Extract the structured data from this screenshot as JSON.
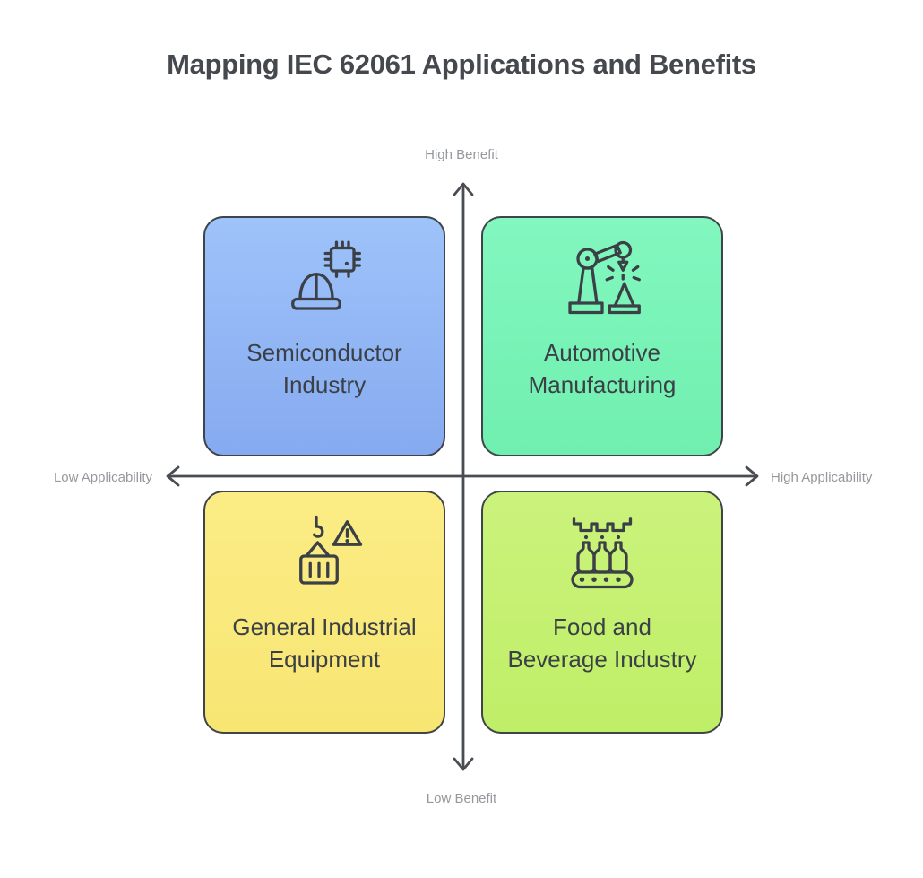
{
  "title": "Mapping IEC 62061 Applications and Benefits",
  "axes": {
    "top": "High Benefit",
    "bottom": "Low Benefit",
    "left": "Low Applicability",
    "right": "High Applicability"
  },
  "quadrants": {
    "top_left": {
      "name": "Semiconductor Industry",
      "line1": "Semiconductor",
      "line2": "Industry",
      "icon": "hard-hat-microchip-icon",
      "color_top": "#9EC3FA",
      "color_bottom": "#86AAEF"
    },
    "top_right": {
      "name": "Automotive Manufacturing",
      "line1": "Automotive",
      "line2": "Manufacturing",
      "icon": "robot-arm-welding-icon",
      "color_top": "#82F7BF",
      "color_bottom": "#70EFAF"
    },
    "bottom_left": {
      "name": "General Industrial Equipment",
      "line1": "General Industrial",
      "line2": "Equipment",
      "icon": "crane-crate-warning-icon",
      "color_top": "#FBEC85",
      "color_bottom": "#F8E673"
    },
    "bottom_right": {
      "name": "Food and Beverage Industry",
      "line1": "Food and",
      "line2": "Beverage Industry",
      "icon": "bottles-conveyor-icon",
      "color_top": "#CBF37C",
      "color_bottom": "#BFEE67"
    }
  },
  "colors": {
    "background": "#FFFFFF",
    "title_text": "#45494E",
    "axis_label_text": "#95989C",
    "axis_line": "#494D52",
    "card_border": "#3F444A",
    "card_text": "#3B4046",
    "icon_stroke": "#3B4046"
  }
}
